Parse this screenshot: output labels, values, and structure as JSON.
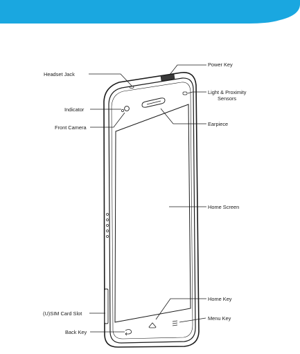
{
  "banner": {
    "color": "#1aa7e0"
  },
  "labels": {
    "headset_jack": "Headset Jack",
    "power_key": "Power Key",
    "light_proximity_line1": "Light & Proximity",
    "light_proximity_line2": "Sensors",
    "indicator": "Indicator",
    "earpiece": "Earpiece",
    "front_camera": "Front Camera",
    "home_screen": "Home Screen",
    "sim_card_slot": "(U)SIM Card Slot",
    "home_key": "Home Key",
    "menu_key": "Menu Key",
    "back_key": "Back Key"
  }
}
